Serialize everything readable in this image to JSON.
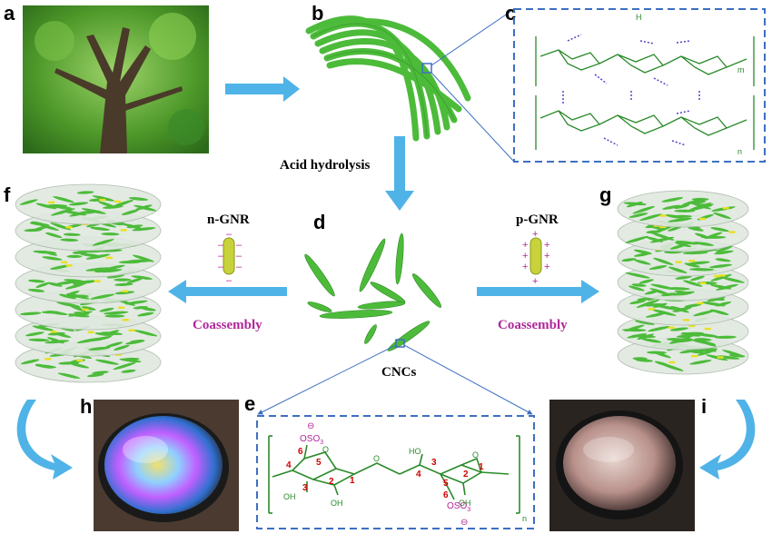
{
  "panels": {
    "a": "a",
    "b": "b",
    "c": "c",
    "d": "d",
    "e": "e",
    "f": "f",
    "g": "g",
    "h": "h",
    "i": "i"
  },
  "captions": {
    "acid_hydrolysis": "Acid hydrolysis",
    "n_gnr": "n-GNR",
    "p_gnr": "p-GNR",
    "coassembly_left": "Coassembly",
    "coassembly_right": "Coassembly",
    "cncs": "CNCs"
  },
  "chem_e": {
    "sulfate_top": "OSO",
    "sulfate_bottom": "OSO",
    "sub3": "3",
    "oh_left": "OH",
    "oh_bottom": "OH",
    "ho_right": "HO",
    "oh_right": "OH",
    "o_ring1": "O",
    "o_ring2": "O",
    "o_bridge": "O",
    "n_sub": "n",
    "ring_nums": [
      "1",
      "2",
      "3",
      "4",
      "5",
      "6"
    ]
  },
  "colors": {
    "arrow_blue": "#4fb3e8",
    "fiber_green": "#4cbb3a",
    "dash_blue": "#3d6fc2",
    "magenta": "#b0279b",
    "rod_yellow": "#c8d23a"
  }
}
